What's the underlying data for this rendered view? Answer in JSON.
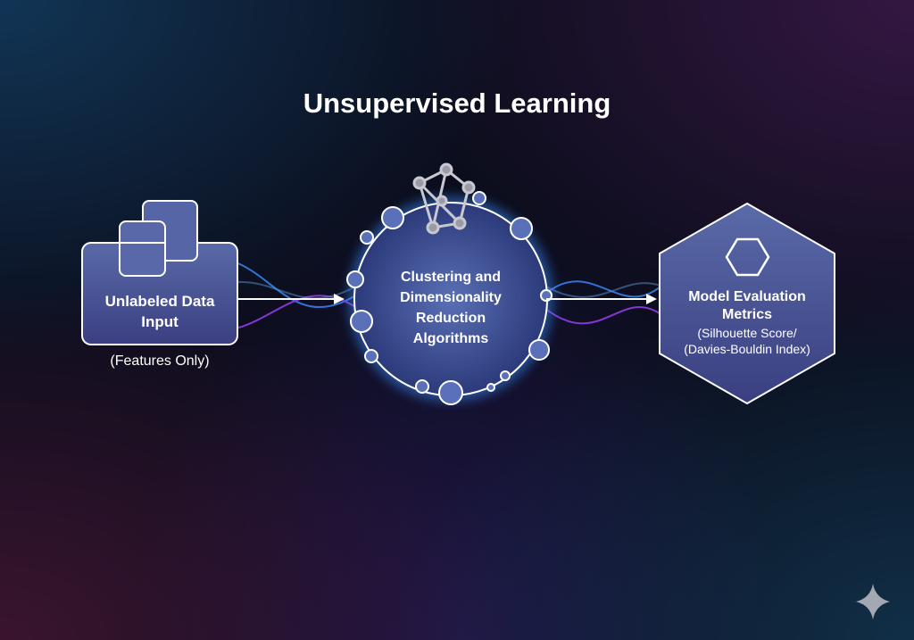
{
  "title": "Unsupervised Learning",
  "nodes": {
    "input": {
      "label": "Unlabeled Data Input",
      "sublabel": "(Features Only)"
    },
    "algorithms": {
      "label": "Clustering and Dimensionality Reduction Algorithms"
    },
    "evaluation": {
      "label": "Model Evaluation Metrics",
      "detail_1": "(Silhouette Score/",
      "detail_2": "(Davies-Bouldin Index)"
    }
  },
  "colors": {
    "node_fill": "#4a5a9a",
    "stroke": "#ffffff",
    "glow": "#3b8cff",
    "accent": "#a040ff"
  }
}
